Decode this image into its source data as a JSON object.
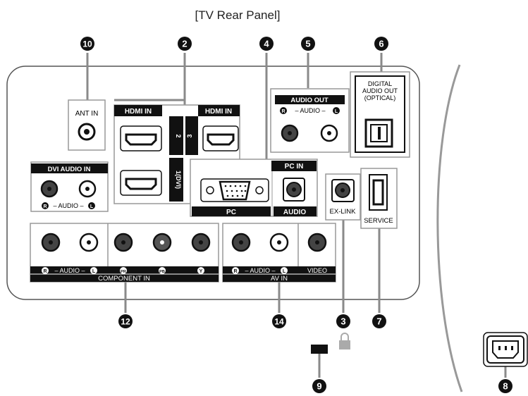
{
  "title": "[TV Rear Panel]",
  "callouts": {
    "c2": "2",
    "c3": "3",
    "c4": "4",
    "c5": "5",
    "c6": "6",
    "c7": "7",
    "c8": "8",
    "c9": "9",
    "c10": "10",
    "c12": "12",
    "c14": "14"
  },
  "ant": {
    "label": "ANT IN"
  },
  "hdmi": {
    "header_left": "HDMI IN",
    "header_right": "HDMI IN",
    "port2": "2",
    "port3": "3",
    "port1": "1(DVI)"
  },
  "dvi_audio": {
    "title": "DVI AUDIO IN",
    "r": "R",
    "l": "L",
    "audio": "– AUDIO –"
  },
  "pc": {
    "header": "PC IN",
    "pc_label": "PC",
    "audio_label": "AUDIO"
  },
  "exlink": {
    "label": "EX-LINK"
  },
  "audio_out": {
    "title": "AUDIO OUT",
    "r": "R",
    "l": "L",
    "audio": "– AUDIO –"
  },
  "optical": {
    "line1": "DIGITAL",
    "line2": "AUDIO OUT",
    "line3": "(OPTICAL)"
  },
  "service": {
    "label": "SERVICE"
  },
  "component": {
    "r": "R",
    "l": "L",
    "audio": "– AUDIO –",
    "pr": "PR",
    "pb": "PB",
    "y": "Y",
    "title": "COMPONENT IN"
  },
  "av": {
    "r": "R",
    "l": "L",
    "audio": "– AUDIO –",
    "video": "VIDEO",
    "title": "AV IN"
  },
  "colors": {
    "black": "#111111",
    "line": "#8a8a8a",
    "jack_fill": "#444444",
    "lock": "#aaaaaa"
  }
}
